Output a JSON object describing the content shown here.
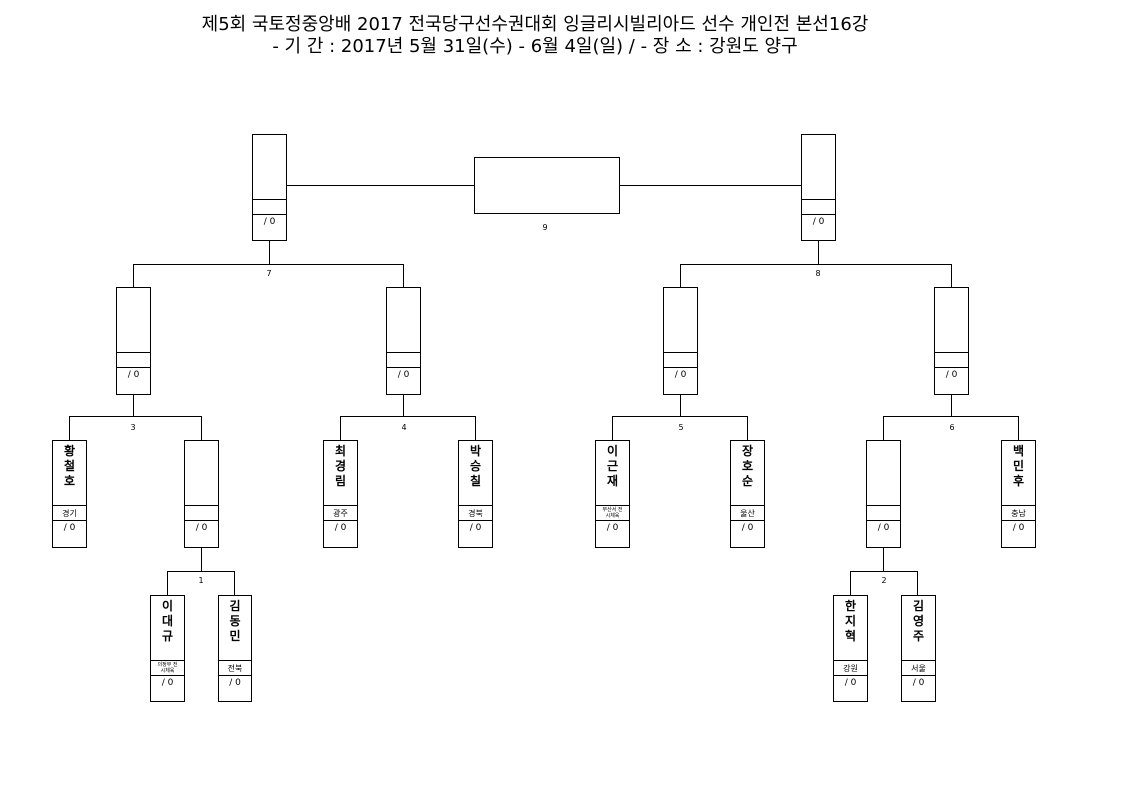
{
  "header": {
    "title": "제5회 국토정중앙배 2017 전국당구선수권대회 잉글리시빌리아드 선수 개인전 본선16강",
    "subtitle": "- 기 간 : 2017년 5월 31일(수) - 6월 4일(일) / - 장 소 : 강원도 양구"
  },
  "match_numbers": [
    "1",
    "2",
    "3",
    "4",
    "5",
    "6",
    "7",
    "8",
    "9"
  ],
  "players": {
    "p1": {
      "name": "황철호",
      "region": "경기",
      "score": "/ 0"
    },
    "p2": {
      "name": "",
      "region": "",
      "score": "/ 0"
    },
    "p3": {
      "name": "이대규",
      "region": "의정부 전시체육",
      "score": "/ 0"
    },
    "p4": {
      "name": "김동민",
      "region": "전북",
      "score": "/ 0"
    },
    "p5": {
      "name": "최경림",
      "region": "광주",
      "score": "/ 0"
    },
    "p6": {
      "name": "박승칠",
      "region": "경북",
      "score": "/ 0"
    },
    "p7": {
      "name": "이근재",
      "region": "부산서 전시체육",
      "score": "/ 0"
    },
    "p8": {
      "name": "장호순",
      "region": "울산",
      "score": "/ 0"
    },
    "p9": {
      "name": "",
      "region": "",
      "score": "/ 0"
    },
    "p10": {
      "name": "백민후",
      "region": "충남",
      "score": "/ 0"
    },
    "p11": {
      "name": "한지혁",
      "region": "강원",
      "score": "/ 0"
    },
    "p12": {
      "name": "김영주",
      "region": "서울",
      "score": "/ 0"
    }
  },
  "winners": {
    "w3": {
      "score": "/ 0"
    },
    "w4": {
      "score": "/ 0"
    },
    "w5": {
      "score": "/ 0"
    },
    "w6": {
      "score": "/ 0"
    },
    "w7": {
      "score": "/ 0"
    },
    "w8": {
      "score": "/ 0"
    }
  }
}
